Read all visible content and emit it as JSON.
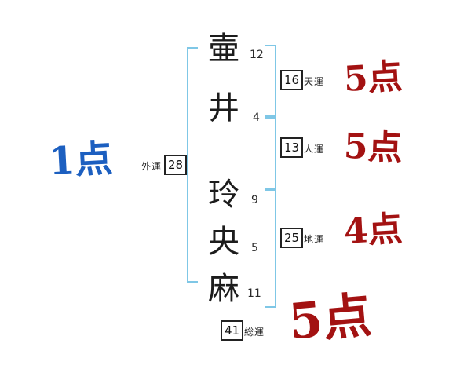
{
  "name_chars": [
    {
      "char": "壷",
      "strokes": "12"
    },
    {
      "char": "井",
      "strokes": "4"
    },
    {
      "char": "玲",
      "strokes": "9"
    },
    {
      "char": "央",
      "strokes": "5"
    },
    {
      "char": "麻",
      "strokes": "11"
    }
  ],
  "fortunes": {
    "ten": {
      "label": "天運",
      "value": "16",
      "score": "5点"
    },
    "jin": {
      "label": "人運",
      "value": "13",
      "score": "5点"
    },
    "chi": {
      "label": "地運",
      "value": "25",
      "score": "4点"
    },
    "gai": {
      "label": "外運",
      "value": "28",
      "score": "1点"
    },
    "sou": {
      "label": "総運",
      "value": "41",
      "score": "5点"
    }
  },
  "colors": {
    "bracket": "#7fc7e6",
    "score_red": "#a31212",
    "score_blue": "#1c5fc0",
    "ink": "#1c1c1c"
  }
}
